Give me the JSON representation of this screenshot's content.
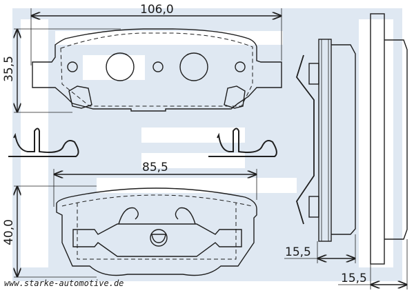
{
  "dimensions": {
    "top_width": "106,0",
    "top_height": "35,5",
    "bottom_width": "85,5",
    "bottom_height": "40,0",
    "thickness_1": "15,5",
    "thickness_2": "15,5"
  },
  "website": "www.starke-automotive.de",
  "colors": {
    "watermark": "#dfe8f2",
    "line": "#1e1e1e"
  }
}
